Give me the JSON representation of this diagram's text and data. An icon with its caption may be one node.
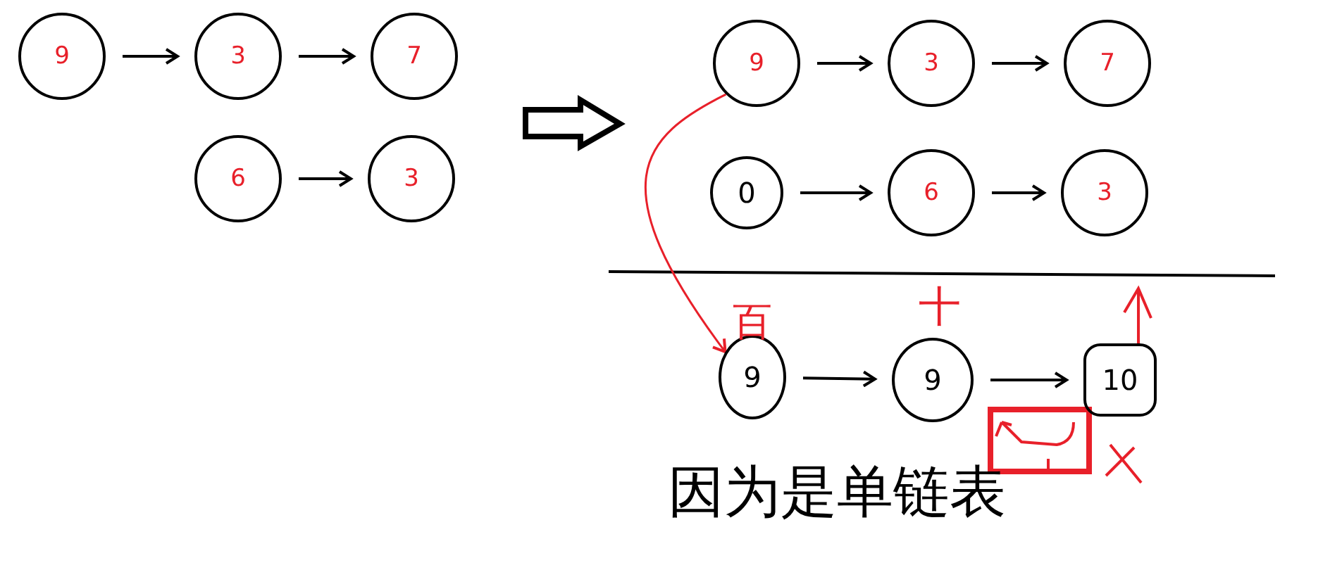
{
  "diagram": {
    "nodes": [
      {
        "text": [
          "9"
        ]
      },
      {
        "text": [
          "3"
        ]
      },
      {
        "text": [
          "7"
        ]
      },
      {
        "text": [
          "6"
        ]
      },
      {
        "text": [
          "3"
        ]
      },
      {
        "text": [
          "9"
        ]
      },
      {
        "text": [
          "3"
        ]
      },
      {
        "text": [
          "7"
        ]
      },
      {
        "text": [
          "0"
        ]
      },
      {
        "text": [
          "6"
        ]
      },
      {
        "text": [
          "3"
        ]
      },
      {
        "text": [
          "9"
        ]
      },
      {
        "text": [
          "9"
        ]
      },
      {
        "text": [
          "10"
        ]
      }
    ],
    "edges": [
      {
        "from": 0,
        "to": 1,
        "arrow": "to"
      },
      {
        "from": 1,
        "to": 2,
        "arrow": "to"
      },
      {
        "from": 3,
        "to": 4,
        "arrow": "to"
      },
      {
        "from": 5,
        "to": 6,
        "arrow": "to"
      },
      {
        "from": 6,
        "to": 7,
        "arrow": "to"
      },
      {
        "from": 8,
        "to": 9,
        "arrow": "to"
      },
      {
        "from": 9,
        "to": 10,
        "arrow": "to"
      },
      {
        "from": 11,
        "to": 12,
        "arrow": "to"
      },
      {
        "from": 12,
        "to": 13,
        "arrow": "to"
      },
      {
        "from": 5,
        "to": 11,
        "arrow": "to",
        "color": "#e8202a"
      }
    ],
    "labels": [
      "百",
      "十",
      "因为是单链表"
    ]
  }
}
